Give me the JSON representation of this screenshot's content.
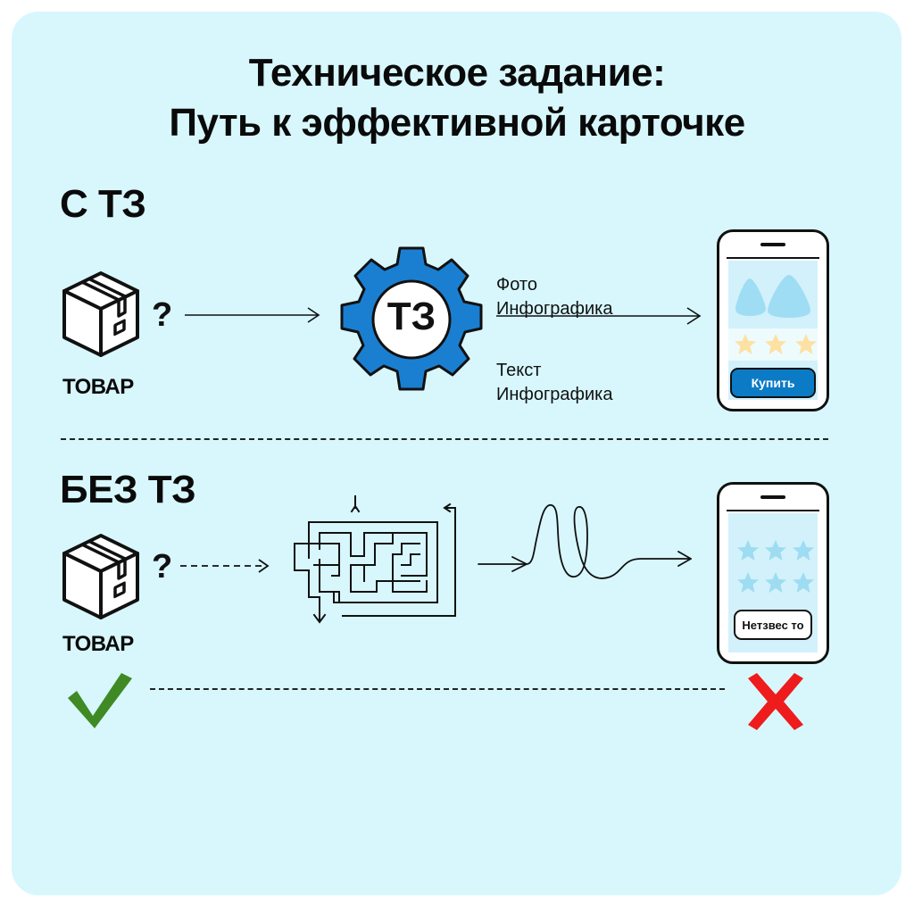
{
  "title": {
    "line1": "Техническое задание:",
    "line2": "Путь к эффективной карточке"
  },
  "with_tz": {
    "label": "С ТЗ",
    "product_label": "ТОВАР",
    "question_mark": "?",
    "gear_label": "ТЗ",
    "outputs": {
      "line1": "Фото",
      "line2": "Инфографика",
      "line3": "Текст",
      "line4": "Инфографика"
    },
    "phone": {
      "stars_count": 3,
      "star_color": "#fde1a3",
      "button_label": "Купить",
      "button_color": "#0c7bc6"
    }
  },
  "without_tz": {
    "label": "БЕЗ ТЗ",
    "product_label": "ТОВАР",
    "question_mark": "?",
    "phone": {
      "stars_count": 6,
      "star_color": "#9edcf2",
      "button_label": "Неизвестно (Нетзвес то)"
    }
  },
  "result": {
    "success_icon": "checkmark-icon",
    "success_color": "#3f8a24",
    "fail_icon": "cross-icon",
    "fail_color": "#ee1c1c"
  },
  "colors": {
    "background": "#d7f7fd",
    "gear": "#1a7fd1",
    "text": "#0a0a0a"
  }
}
